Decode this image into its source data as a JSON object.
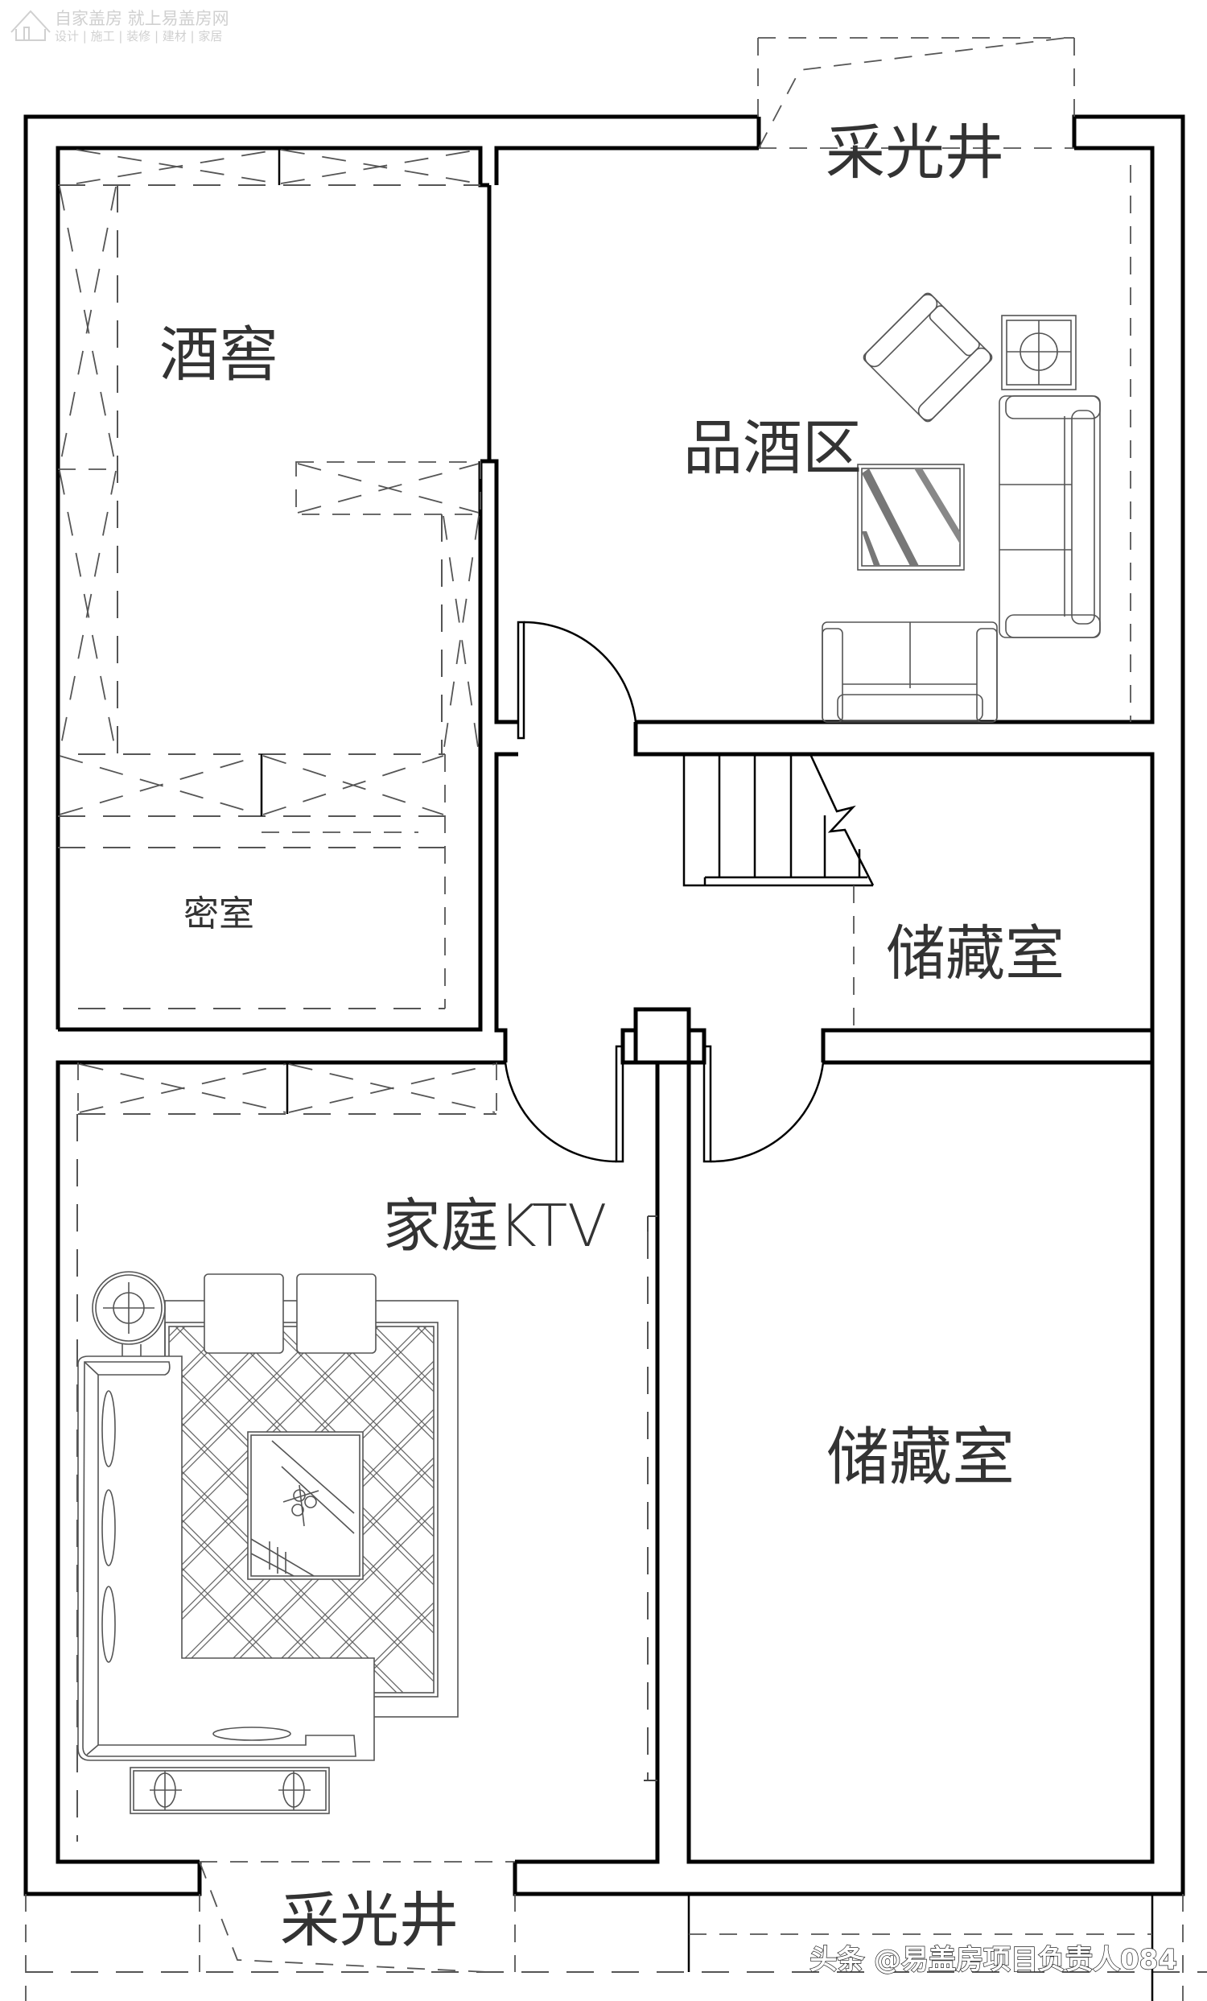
{
  "watermark": {
    "line1": "自家盖房 就上易盖房网",
    "line2": "设计 | 施工 | 装修 | 建材 | 家居",
    "icon": "house-icon"
  },
  "rooms": {
    "wine_cellar": "酒窖",
    "secret_room": "密室",
    "tasting_area": "品酒区",
    "storage_upper": "储藏室",
    "storage_lower": "储藏室",
    "family_ktv": "家庭KTV",
    "light_well_top": "采光井",
    "light_well_bottom": "采光井"
  },
  "credit": "头条 @易盖房项目负责人084",
  "colors": {
    "wall": "#000000",
    "furniture": "#555555",
    "label": "#333333",
    "background": "#ffffff"
  }
}
